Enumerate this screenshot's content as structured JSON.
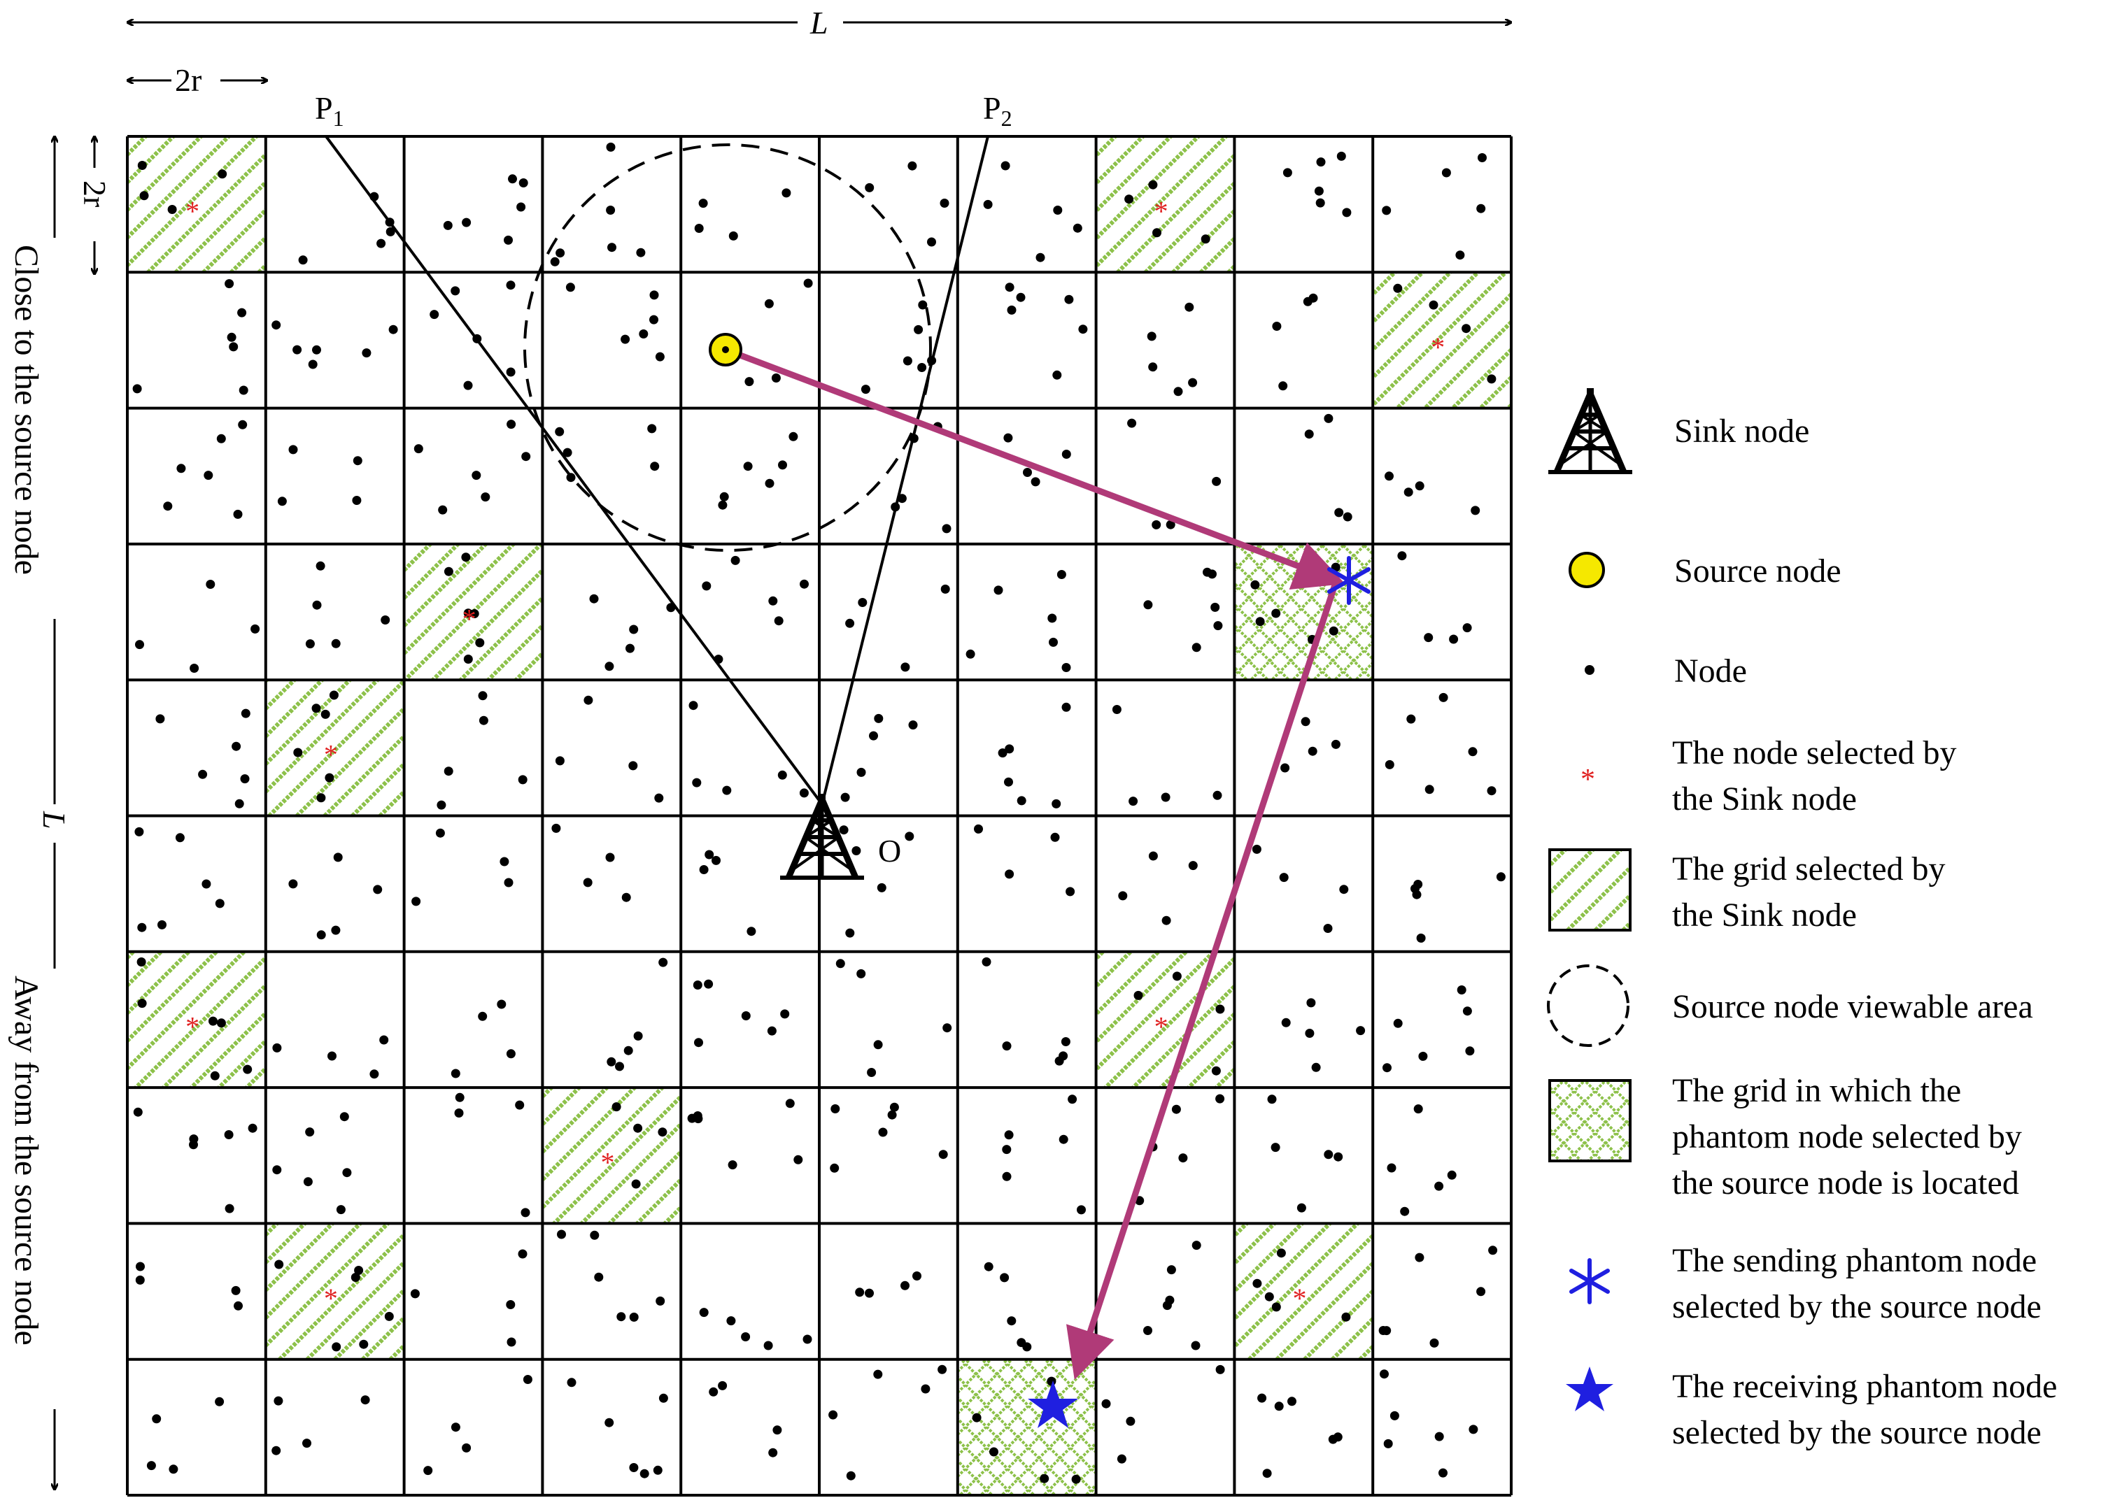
{
  "dimensions": {
    "L_top": "L",
    "two_r_horizontal": "2r",
    "two_r_vertical": "2r",
    "L_side": "L"
  },
  "side_labels": {
    "close": "Close to the source node",
    "away": "Away from the source node"
  },
  "points": {
    "p1_letter": "P",
    "p1_sub": "1",
    "p2_letter": "P",
    "p2_sub": "2",
    "origin": "O"
  },
  "colors": {
    "path_arrow": "#b03a78",
    "source_fill": "#f5e800",
    "hatch": "#8dc14a",
    "phantom_blue": "#1f1fe0",
    "selected_red": "#e02020"
  },
  "grid": {
    "rows": 10,
    "cols": 10,
    "sink_selected_cells": [
      [
        0,
        0
      ],
      [
        0,
        7
      ],
      [
        1,
        9
      ],
      [
        3,
        2
      ],
      [
        4,
        1
      ],
      [
        6,
        0
      ],
      [
        6,
        7
      ],
      [
        7,
        3
      ],
      [
        8,
        1
      ],
      [
        8,
        8
      ]
    ],
    "phantom_cells": [
      [
        3,
        8
      ],
      [
        9,
        6
      ]
    ]
  },
  "legend": [
    {
      "icon": "tower-icon",
      "lines": [
        "Sink node"
      ]
    },
    {
      "icon": "source-circle-icon",
      "lines": [
        "Source node"
      ]
    },
    {
      "icon": "node-dot-icon",
      "lines": [
        "Node"
      ]
    },
    {
      "icon": "red-asterisk-icon",
      "lines": [
        "The node selected by",
        "the Sink node"
      ]
    },
    {
      "icon": "diagonal-hatch-icon",
      "lines": [
        "The grid selected by",
        "the Sink node"
      ]
    },
    {
      "icon": "dashed-circle-icon",
      "lines": [
        "Source node viewable area"
      ]
    },
    {
      "icon": "crosshatch-icon",
      "lines": [
        "The grid in which the",
        "phantom node selected by",
        "the source node is located"
      ]
    },
    {
      "icon": "blue-asterisk-icon",
      "lines": [
        "The sending phantom node",
        "selected by the source node"
      ]
    },
    {
      "icon": "blue-star-icon",
      "lines": [
        "The receiving phantom node",
        "selected by the source node"
      ]
    }
  ]
}
